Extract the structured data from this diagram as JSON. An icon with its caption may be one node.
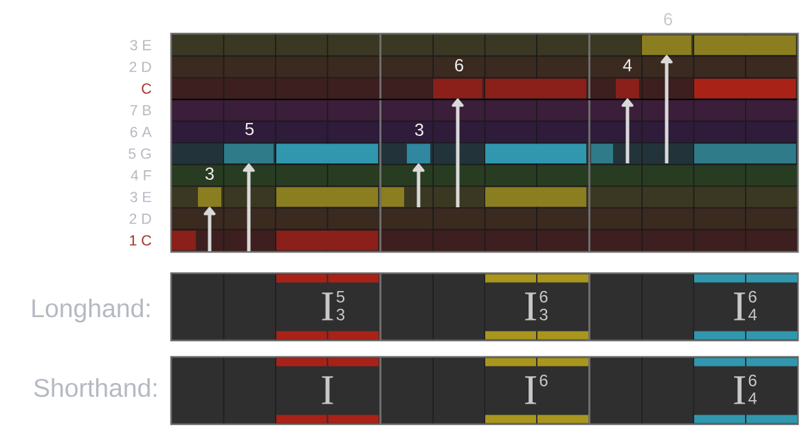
{
  "diagram": {
    "nodes": [
      {
        "text": [],
        "shape": "box"
      },
      {
        "text": [],
        "shape": "bar",
        "in": 0
      },
      {
        "text": [],
        "shape": "bar",
        "in": 0
      },
      {
        "text": [],
        "shape": "bar",
        "in": 0
      },
      {
        "text": [],
        "shape": "bar",
        "in": 0
      },
      {
        "text": [],
        "shape": "bar",
        "in": 0
      },
      {
        "text": [],
        "shape": "bar",
        "in": 0
      },
      {
        "text": [],
        "shape": "bar",
        "in": 0
      },
      {
        "text": [],
        "shape": "bar",
        "in": 0
      },
      {
        "text": [],
        "shape": "bar",
        "in": 0
      },
      {
        "text": [],
        "shape": "bar",
        "in": 0
      },
      {
        "text": [],
        "shape": "bar",
        "in": 0
      },
      {
        "text": [],
        "shape": "bar",
        "in": 0
      },
      {
        "text": [],
        "shape": "bar",
        "in": 0
      },
      {
        "text": [],
        "shape": "bar",
        "in": 0
      },
      {
        "text": [],
        "shape": "bar",
        "in": 0
      },
      {
        "text": [],
        "shape": "bar",
        "in": 0
      },
      {
        "text": [],
        "shape": "bar",
        "in": 0
      },
      {
        "text": [],
        "shape": "bar",
        "in": 0
      },
      {
        "text": [
          "Longhand:"
        ]
      },
      {
        "text": [
          "I",
          "5",
          "3"
        ],
        "in": 19
      },
      {
        "text": [
          "I",
          "6",
          "3"
        ],
        "in": 19
      },
      {
        "text": [
          "I",
          "6",
          "4"
        ],
        "in": 19
      },
      {
        "text": [
          "Shorthand:"
        ]
      },
      {
        "text": [
          "I"
        ],
        "in": 23
      },
      {
        "text": [
          "I",
          "6"
        ],
        "in": 23
      },
      {
        "text": [
          "I",
          "6",
          "4"
        ],
        "in": 23
      }
    ],
    "edges": [
      {
        "from": null,
        "to": 2,
        "arrow": "to",
        "label": "3"
      },
      {
        "from": null,
        "to": 3,
        "arrow": "to",
        "label": "5"
      },
      {
        "from": null,
        "to": 8,
        "arrow": "to",
        "label": "3"
      },
      {
        "from": null,
        "to": 9,
        "arrow": "to",
        "label": "6"
      },
      {
        "from": null,
        "to": 14,
        "arrow": "to",
        "label": "4"
      },
      {
        "from": null,
        "to": 15,
        "arrow": "to",
        "label": "6"
      }
    ],
    "labels": [
      "3 E",
      "2 D",
      "C",
      "7 B",
      "6 A",
      "5 G",
      "4 F",
      "3 E",
      "2 D",
      "1 C"
    ]
  }
}
